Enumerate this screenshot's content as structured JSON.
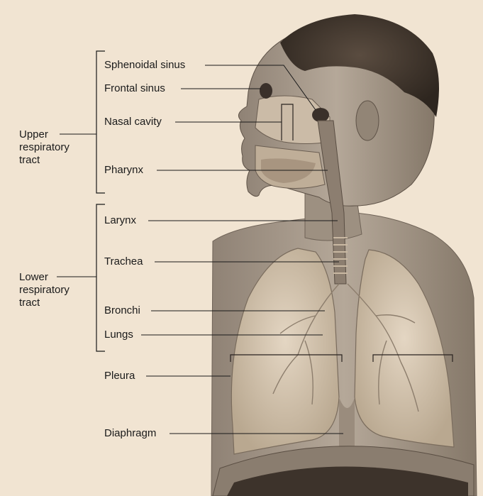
{
  "colors": {
    "background": "#f1e4d2",
    "skin": "#a99c8e",
    "hair": "#4a3d33",
    "lung": "#d9c9b5",
    "airway": "#8c7e70",
    "label": "#1a1a1a"
  },
  "groups": {
    "upper": [
      "Upper",
      "respiratory",
      "tract"
    ],
    "lower": [
      "Lower",
      "respiratory",
      "tract"
    ]
  },
  "labels": {
    "sphenoidal_sinus": "Sphenoidal sinus",
    "frontal_sinus": "Frontal sinus",
    "nasal_cavity": "Nasal cavity",
    "pharynx": "Pharynx",
    "larynx": "Larynx",
    "trachea": "Trachea",
    "bronchi": "Bronchi",
    "lungs": "Lungs",
    "pleura": "Pleura",
    "diaphragm": "Diaphragm"
  }
}
